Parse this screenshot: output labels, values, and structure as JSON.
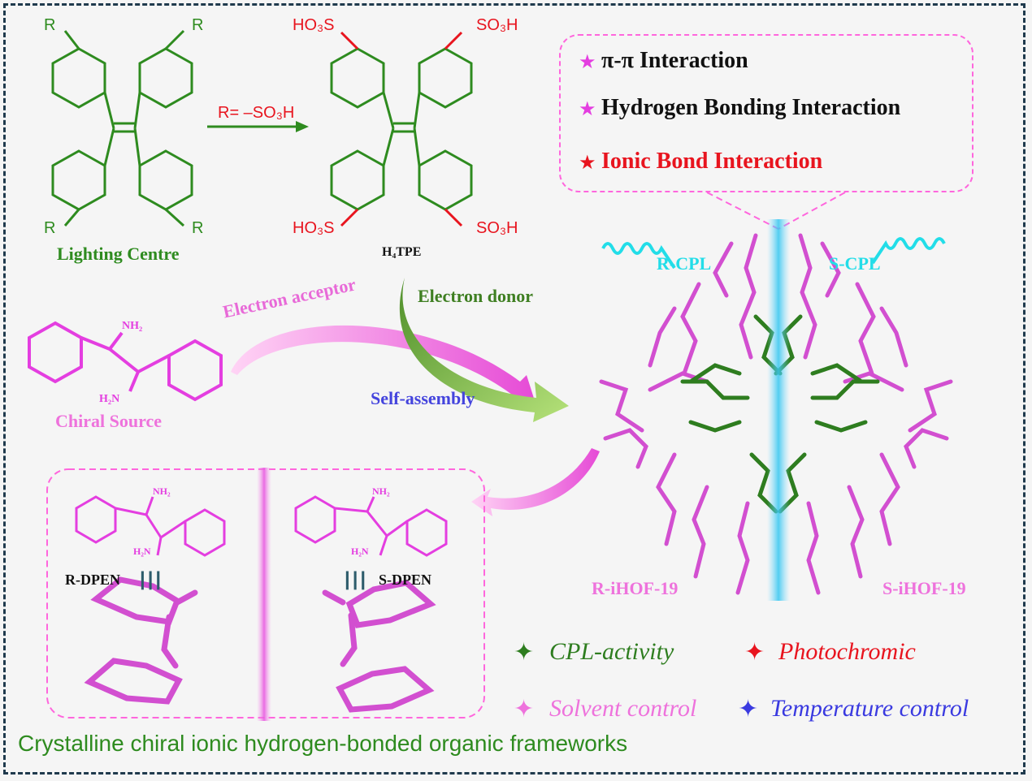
{
  "colors": {
    "green": "#2e8b1f",
    "red": "#e8141e",
    "magenta": "#e43ee0",
    "pink": "#ee72dc",
    "cyan": "#22dde8",
    "blue": "#3a3ae0",
    "frame": "#1f3a4d"
  },
  "tpe": {
    "r_label": "R",
    "name": "Lighting Centre",
    "reaction_label": "R= –SO₃H"
  },
  "h4tpe": {
    "so3h_left": "HO₃S",
    "so3h_right": "SO₃H",
    "name": "H₄TPE"
  },
  "interactions": {
    "items": [
      {
        "star": "★",
        "label": "π-π Interaction"
      },
      {
        "star": "★",
        "label": "Hydrogen Bonding Interaction"
      },
      {
        "star": "★",
        "label": "Ionic Bond Interaction"
      }
    ]
  },
  "cpl": {
    "right": "R-CPL",
    "left": "S-CPL"
  },
  "arrows": {
    "acceptor": "Electron acceptor",
    "donor": "Electron donor",
    "assembly": "Self-assembly"
  },
  "chiral": {
    "nh2": "NH₂",
    "h2n": "H₂N",
    "name": "Chiral Source"
  },
  "dpen": {
    "r_name": "R-DPEN",
    "s_name": "S-DPEN",
    "equiv": "|||"
  },
  "framework": {
    "r_name": "R-iHOF-19",
    "s_name": "S-iHOF-19"
  },
  "properties": {
    "spark": "✦",
    "items": [
      "CPL-activity",
      "Photochromic",
      "Solvent control",
      "Temperature control"
    ]
  },
  "footer": "Crystalline chiral ionic hydrogen-bonded organic frameworks"
}
